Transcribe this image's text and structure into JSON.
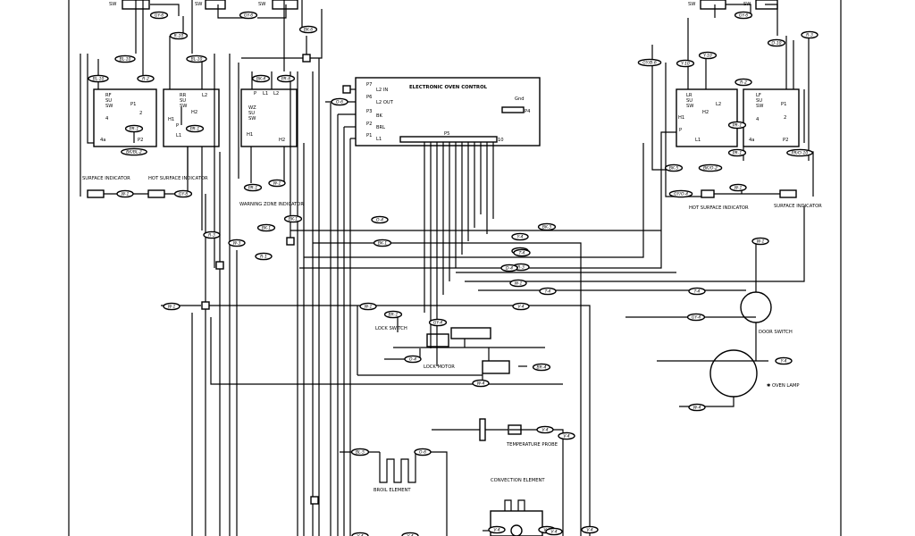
{
  "diagram": {
    "control": {
      "title": "ELECTRONIC OVEN CONTROL",
      "pins": [
        "L2 IN",
        "L2 OUT",
        "BK",
        "BRL",
        "L1"
      ],
      "pin_nums": [
        "P7",
        "P6",
        "P3",
        "P2",
        "P1"
      ],
      "gnd": "Gnd",
      "p4": "P4",
      "p5": "P5",
      "p5_end": "10"
    },
    "switches": {
      "rf": [
        "RF",
        "SU",
        "SW"
      ],
      "rr": [
        "RR",
        "SU",
        "SW"
      ],
      "wz": [
        "WZ",
        "SU",
        "SW"
      ],
      "lr": [
        "LR",
        "SU",
        "SW"
      ],
      "lf": [
        "LF",
        "SU",
        "SW"
      ],
      "sw_label": "SW"
    },
    "terminals": [
      "P1",
      "P2",
      "L1",
      "L2",
      "H1",
      "H2",
      "P",
      "2",
      "4",
      "4a"
    ],
    "captions": {
      "surface_indicator_left": "SURFACE INDICATOR",
      "hot_surface_left": "HOT SURFACE INDICATOR",
      "warning_zone": "WARNING ZONE INDICATOR",
      "hot_surface_right": "HOT SURFACE INDICATOR",
      "surface_indicator_right": "SURFACE INDICATOR",
      "lock_switch": "LOCK SWITCH",
      "lock_motor": "LOCK MOTOR",
      "door_switch": "DOOR SWITCH",
      "oven_lamp": "✱ OVEN LAMP",
      "temperature_probe": "TEMPERATURE PROBE",
      "broil_element": "BROIL ELEMENT",
      "convection_element": "CONVECTION ELEMENT"
    },
    "wire_tags": [
      "GY-6",
      "GY-6",
      "BK-6",
      "R-10",
      "BL-10",
      "BL-10",
      "BL-10",
      "R-2",
      "PR-1",
      "PR-1",
      "BK/BL-2",
      "W-1",
      "GY-8",
      "BK-4",
      "PR-6",
      "PR-1",
      "W-1",
      "BK-1",
      "BK-1",
      "R-3",
      "W-3",
      "R-1",
      "W-1",
      "O-6",
      "O-4",
      "BK-1",
      "BK-3",
      "Y-4",
      "V-1",
      "T-4",
      "R-3",
      "W-1",
      "T-4",
      "V-4",
      "W-1",
      "BR-1",
      "GY-4",
      "O-4",
      "W-4",
      "BR-4",
      "V-4",
      "V-4",
      "BL-5",
      "O-6",
      "GY/B-6",
      "Y-10",
      "Y-10",
      "GY-6",
      "O-10",
      "R-3",
      "R-2",
      "PR-1",
      "BK-5",
      "BK/O-2",
      "GY/O-4",
      "W-1",
      "PR-1",
      "PR/O-10",
      "W-1",
      "T-4",
      "GY-4",
      "Y-4",
      "W-4",
      "V-4",
      "V-4",
      "V-4",
      "V-4",
      "V-4",
      "V-4",
      "D-4"
    ]
  }
}
